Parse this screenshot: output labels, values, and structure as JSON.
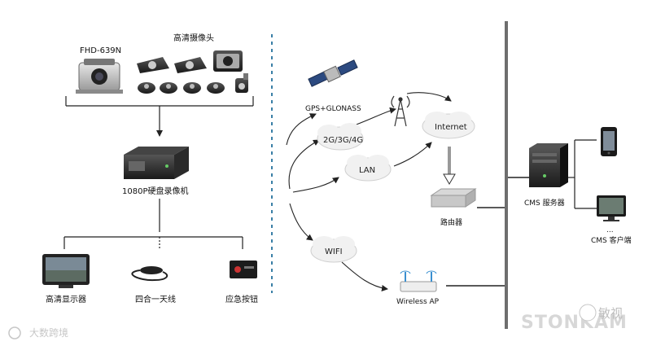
{
  "left_panel": {
    "camera_model": "FHD-639N",
    "camera_group": "高清摄像头",
    "recorder": "1080P硬盘录像机",
    "outputs": [
      "高清显示器",
      "四合一天线",
      "应急按钮"
    ]
  },
  "network": {
    "satellite": "GPS+GLONASS",
    "cellular": "2G/3G/4G",
    "lan": "LAN",
    "wifi": "WIFI",
    "internet": "Internet",
    "router": "路由器",
    "wireless_ap": "Wireless AP"
  },
  "server_side": {
    "server": "CMS 服务器",
    "client_dots": "...",
    "client": "CMS 客户端"
  },
  "watermarks": {
    "left": "大数跨境",
    "right_brand": "STONKAM",
    "right_wechat": "敏视"
  },
  "colors": {
    "line": "#222222",
    "divider_dashed": "#3a7fa6",
    "divider_solid": "#6e6e6e",
    "cloud": "#f1f1f1",
    "cloud_stroke": "#cfcfcf"
  }
}
